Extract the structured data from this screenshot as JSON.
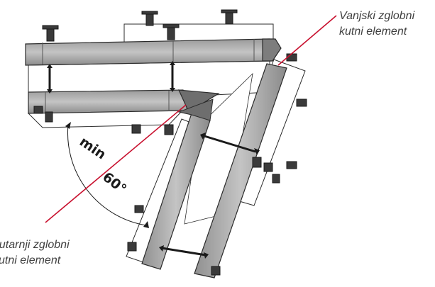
{
  "callouts": {
    "outer": {
      "line1": "Vanjski zglobni",
      "line2": "kutni element"
    },
    "inner": {
      "line1": "nutarnji zglobni",
      "line2": "kutni element"
    }
  },
  "angle": {
    "word": "min",
    "value": "60°"
  },
  "colors": {
    "leader_line": "#c8102e",
    "beam_fill": "#b3b3b3",
    "beam_dark": "#7d7d7d",
    "formwork_panel": "#ffffff",
    "outline": "#2b2b2b",
    "callout_text": "#3f3f3f"
  },
  "icons": [
    "clamp-icon",
    "tie-rod-icon",
    "angle-arc-icon"
  ]
}
